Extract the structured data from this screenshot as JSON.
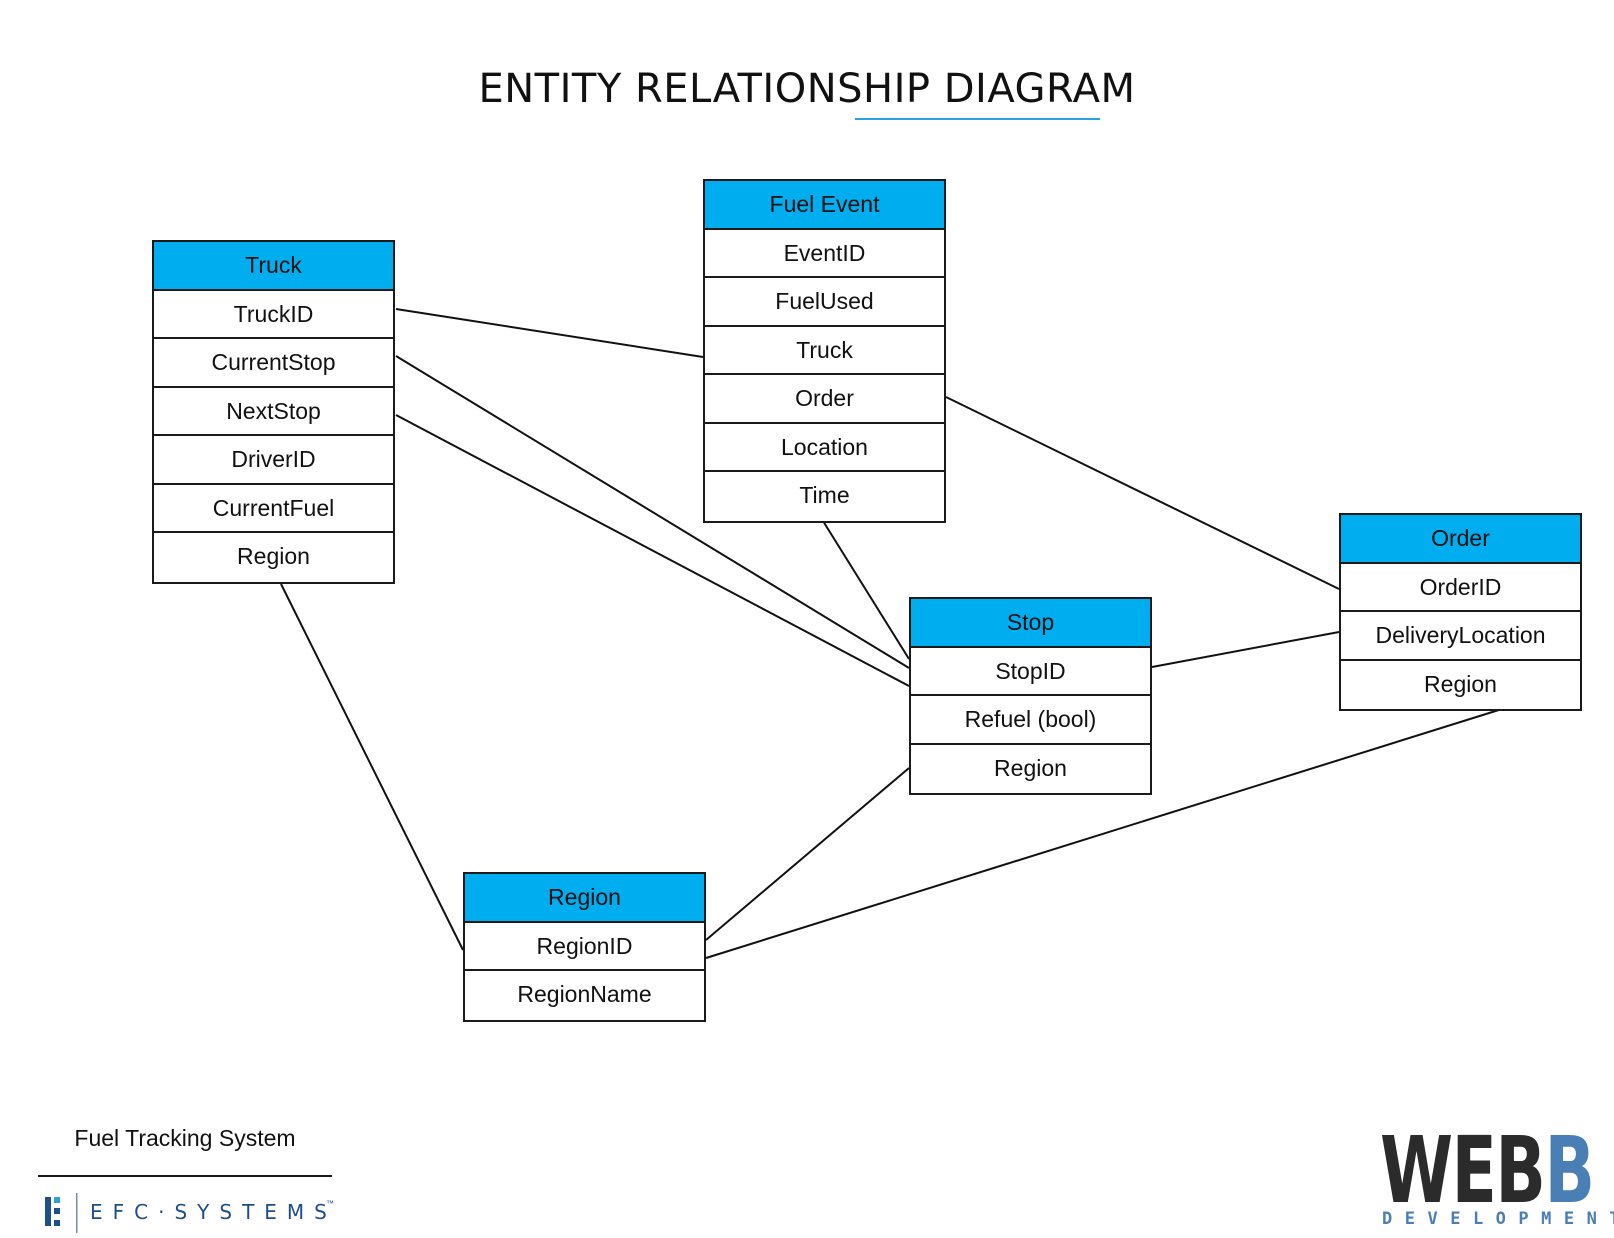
{
  "title": "ENTITY RELATIONSHIP DIAGRAM",
  "entities": {
    "truck": {
      "name": "Truck",
      "fields": [
        "TruckID",
        "CurrentStop",
        "NextStop",
        "DriverID",
        "CurrentFuel",
        "Region"
      ]
    },
    "fuel_event": {
      "name": "Fuel Event",
      "fields": [
        "EventID",
        "FuelUsed",
        "Truck",
        "Order",
        "Location",
        "Time"
      ]
    },
    "order": {
      "name": "Order",
      "fields": [
        "OrderID",
        "DeliveryLocation",
        "Region"
      ]
    },
    "stop": {
      "name": "Stop",
      "fields": [
        "StopID",
        "Refuel (bool)",
        "Region"
      ]
    },
    "region": {
      "name": "Region",
      "fields": [
        "RegionID",
        "RegionName"
      ]
    }
  },
  "relationships": [
    {
      "from": "truck.TruckID",
      "to": "fuel_event.Truck"
    },
    {
      "from": "truck.CurrentStop",
      "to": "stop.StopID"
    },
    {
      "from": "truck.NextStop",
      "to": "stop.StopID"
    },
    {
      "from": "truck.Region",
      "to": "region.RegionID"
    },
    {
      "from": "fuel_event.Order",
      "to": "order.OrderID"
    },
    {
      "from": "fuel_event.Time",
      "to": "stop.StopID"
    },
    {
      "from": "stop.StopID",
      "to": "order.DeliveryLocation"
    },
    {
      "from": "stop.Region",
      "to": "region.RegionID"
    },
    {
      "from": "order.Region",
      "to": "region.RegionID"
    }
  ],
  "footer": {
    "project_name": "Fuel Tracking System",
    "efc_logo_text": "EFC·SYSTEMS",
    "efc_tm": "™",
    "webb_logo_text": "WEBB",
    "webb_logo_subtext": "DEVELOPMENT"
  },
  "colors": {
    "entity_header": "#00adee",
    "title_underline": "#29a3e0",
    "webb_blue": "#4a7fb5",
    "efc_navy": "#1f4f8a"
  }
}
